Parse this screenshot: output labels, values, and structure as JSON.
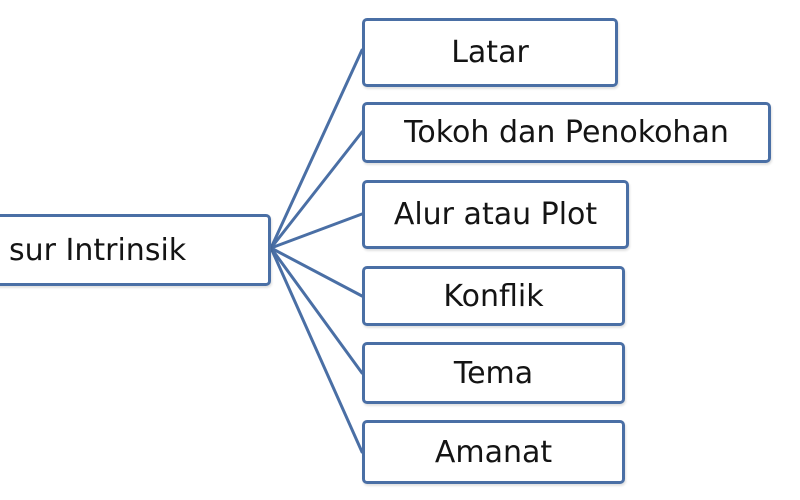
{
  "diagram": {
    "root": {
      "label": "sur Intrinsik"
    },
    "children": [
      {
        "label": "Latar"
      },
      {
        "label": "Tokoh dan Penokohan"
      },
      {
        "label": "Alur atau Plot"
      },
      {
        "label": "Konflik"
      },
      {
        "label": "Tema"
      },
      {
        "label": "Amanat"
      }
    ],
    "colors": {
      "node_border": "#4a6fa5",
      "connector": "#4a6fa5",
      "text": "#141414",
      "background": "#ffffff"
    }
  }
}
